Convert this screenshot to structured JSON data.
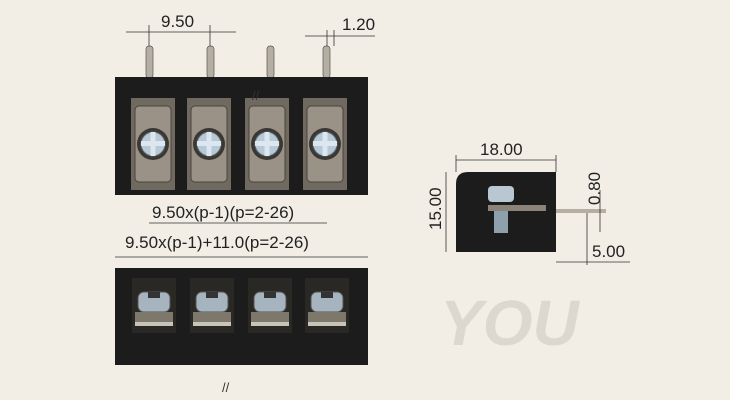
{
  "dimensions": {
    "pitch": "9.50",
    "pin_width": "1.20",
    "pin_span": "9.50x(p-1)(p=2-26)",
    "overall_length": "9.50x(p-1)+11.0(p=2-26)",
    "depth": "18.00",
    "height": "15.00",
    "pin_thickness": "0.80",
    "pin_height": "5.00"
  },
  "break_mark": "//",
  "watermark": "YOU",
  "colors": {
    "background": "#f2eee5",
    "body": "#1c1c1c",
    "contact": "#8a8378",
    "screw": "#a9bccb"
  }
}
